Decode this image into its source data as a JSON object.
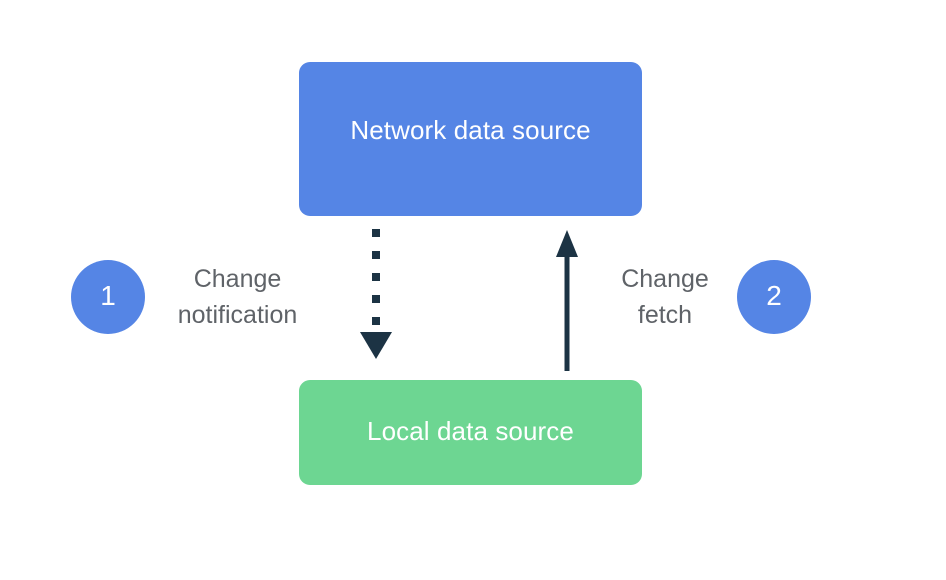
{
  "diagram": {
    "title_visible": false,
    "background_color": "#ffffff",
    "nodes": [
      {
        "id": "network-data-source",
        "label": "Network data\nsource",
        "color": "#5585e5",
        "text_color": "#ffffff"
      },
      {
        "id": "local-data-source",
        "label": "Local data\nsource",
        "color": "#6dd692",
        "text_color": "#ffffff"
      }
    ],
    "edges": [
      {
        "id": "change-notification",
        "caption": "Change\nnotification",
        "step_number": "1",
        "from": "network-data-source",
        "to": "local-data-source",
        "direction": "down",
        "style": "dotted",
        "color": "#1c3344"
      },
      {
        "id": "change-fetch",
        "caption": "Change\nfetch",
        "step_number": "2",
        "from": "local-data-source",
        "to": "network-data-source",
        "direction": "up",
        "style": "solid",
        "color": "#1c3344"
      }
    ],
    "caption_color": "#5f6368",
    "step_badge_color": "#5585e5",
    "arrow_color": "#1c3344"
  }
}
